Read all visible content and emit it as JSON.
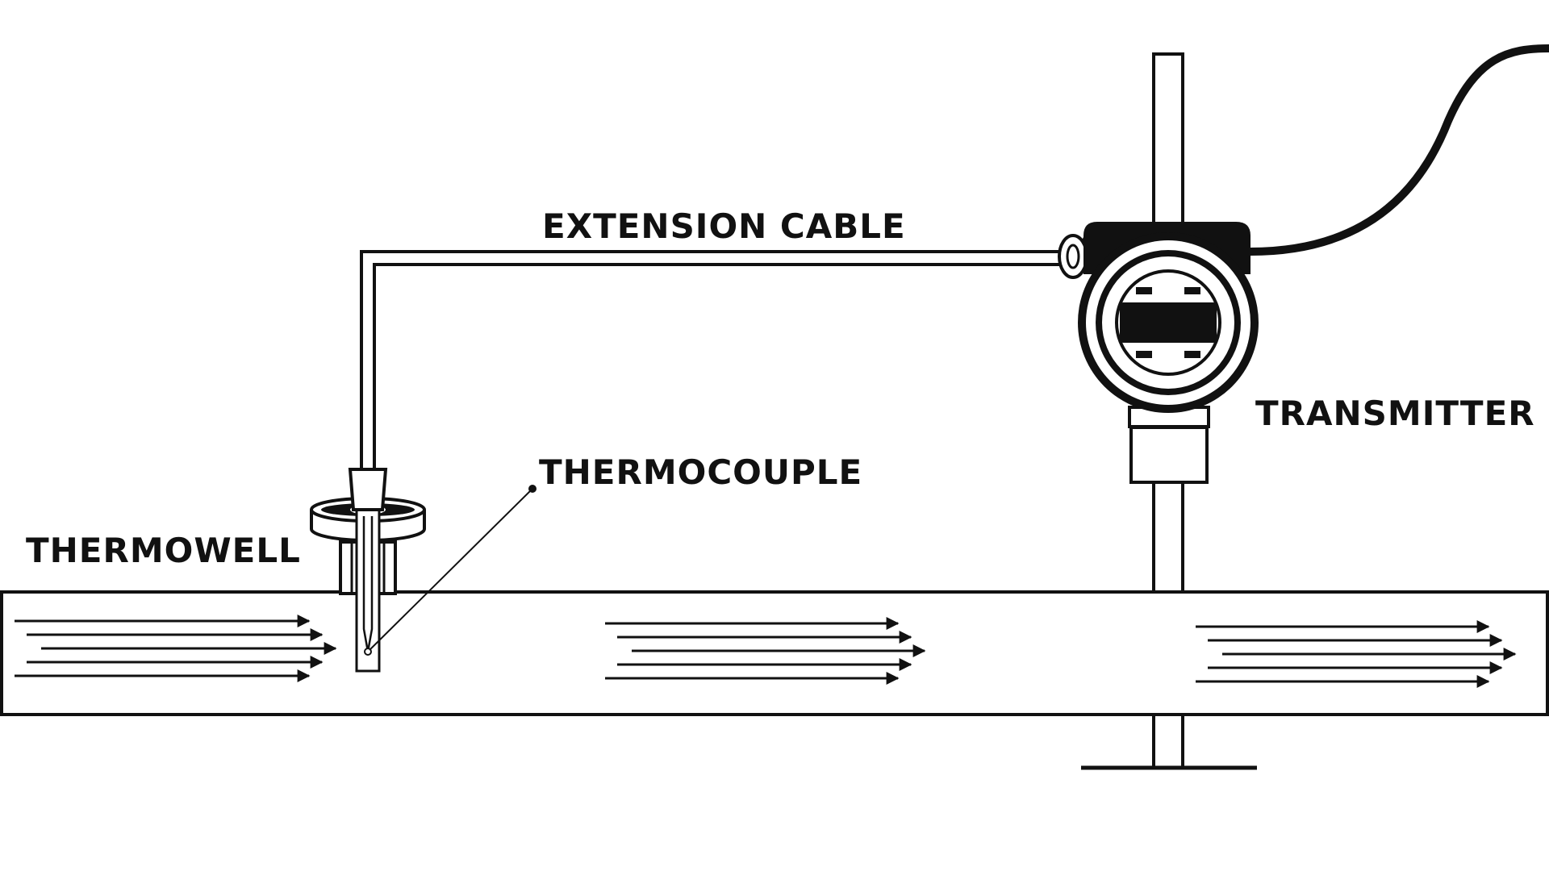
{
  "labels": {
    "extension_cable": "EXTENSION CABLE",
    "thermocouple": "THERMOCOUPLE",
    "thermowell": "THERMOWELL",
    "transmitter": "TRANSMITTER"
  },
  "colors": {
    "ink": "#111111",
    "background": "#ffffff"
  }
}
